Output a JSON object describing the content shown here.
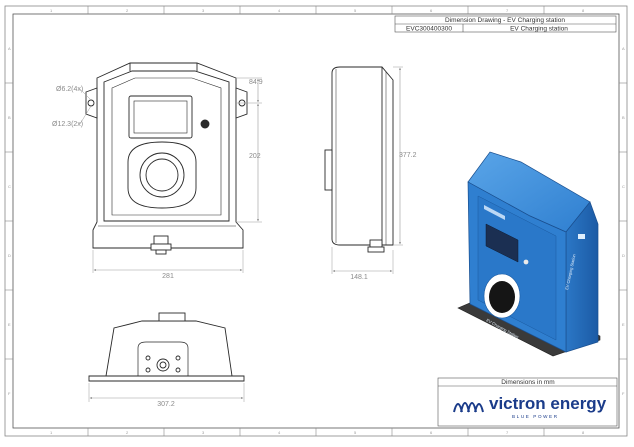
{
  "title_block": {
    "title": "Dimension Drawing - EV Charging station",
    "part_number": "EVC300400300",
    "part_name": "EV Charging station",
    "units_note": "Dimensions in mm"
  },
  "brand": {
    "name": "victron energy",
    "tagline": "BLUE POWER",
    "color": "#1b3c8a"
  },
  "dimensions": {
    "front_width": "281",
    "front_top_offset": "84.9",
    "front_height": "202",
    "mount_hole_small": "Ø6.2(4x)",
    "mount_hole_large": "Ø12.3(2x)",
    "side_height": "377.2",
    "side_depth": "148.1",
    "bottom_width": "307.2"
  },
  "ruler": {
    "columns": [
      "1",
      "2",
      "3",
      "4",
      "5",
      "6",
      "7",
      "8"
    ],
    "rows": [
      "A",
      "B",
      "C",
      "D",
      "E",
      "F"
    ]
  },
  "product_label": "EV Charging Station",
  "colors": {
    "housing": "#2f7fd0",
    "housing_dark": "#1d5ea8",
    "line": "#2a2a2a",
    "dim_line": "#9a9a9a"
  }
}
